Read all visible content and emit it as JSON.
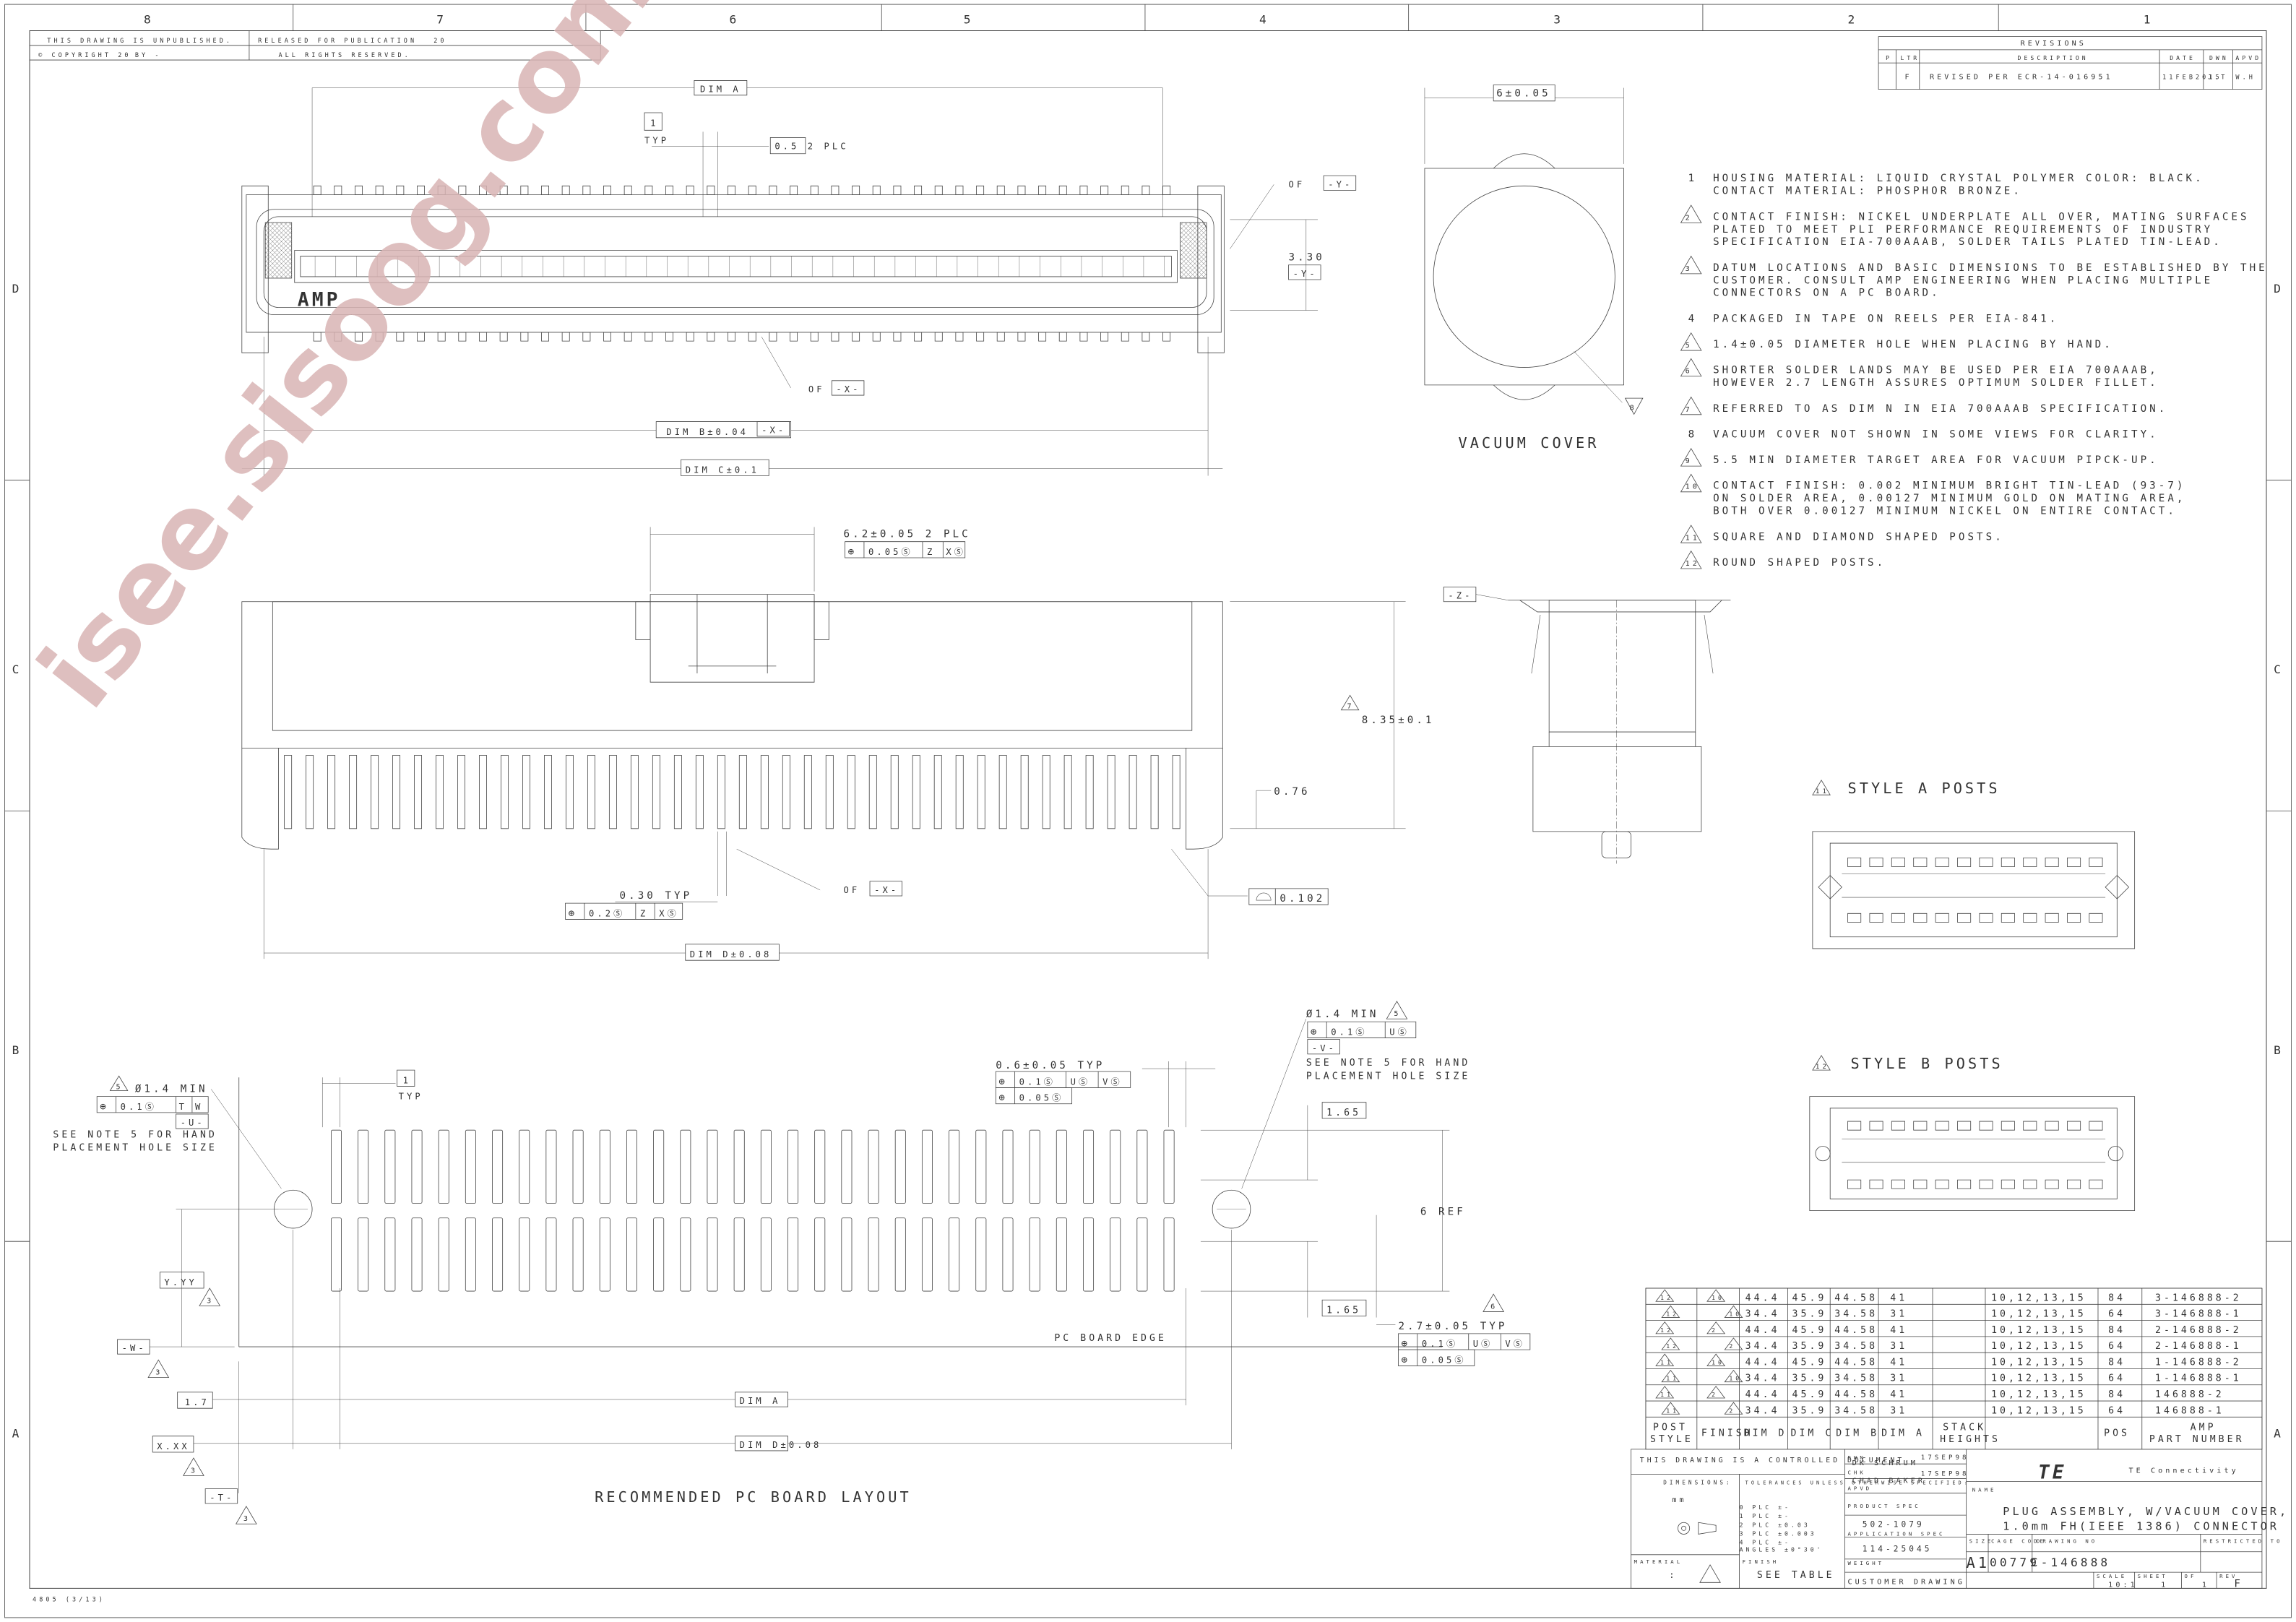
{
  "frame": {
    "zones_top": [
      "8",
      "7",
      "6",
      "5",
      "4",
      "3",
      "2",
      "1"
    ],
    "zones_side": [
      "D",
      "C",
      "B",
      "A"
    ]
  },
  "header": {
    "unpublished": "THIS DRAWING IS UNPUBLISHED.",
    "copyright": "© COPYRIGHT 20",
    "by": "BY -",
    "released": "RELEASED FOR PUBLICATION",
    "reserved": "ALL RIGHTS RESERVED.",
    "year": "20"
  },
  "revisions": {
    "title": "REVISIONS",
    "headers": [
      "P",
      "LTR",
      "DESCRIPTION",
      "DATE",
      "DWN",
      "APVD"
    ],
    "row": [
      "",
      "F",
      "REVISED PER ECR-14-016951",
      "11FEB2015",
      "J.T",
      "W.H"
    ]
  },
  "notes": [
    {
      "num": "1",
      "tri": false,
      "lines": [
        "HOUSING MATERIAL: LIQUID CRYSTAL POLYMER    COLOR: BLACK.",
        "CONTACT MATERIAL: PHOSPHOR BRONZE."
      ]
    },
    {
      "num": "2",
      "tri": true,
      "lines": [
        "CONTACT FINISH: NICKEL UNDERPLATE ALL OVER, MATING SURFACES",
        "PLATED TO MEET PLI PERFORMANCE REQUIREMENTS OF INDUSTRY",
        "SPECIFICATION EIA-700AAAB, SOLDER TAILS PLATED TIN-LEAD."
      ]
    },
    {
      "num": "3",
      "tri": true,
      "lines": [
        "DATUM LOCATIONS AND BASIC DIMENSIONS TO BE ESTABLISHED BY THE",
        "CUSTOMER. CONSULT AMP ENGINEERING WHEN PLACING MULTIPLE",
        "CONNECTORS ON A PC BOARD."
      ]
    },
    {
      "num": "4",
      "tri": false,
      "lines": [
        "PACKAGED IN TAPE ON REELS PER EIA-841."
      ]
    },
    {
      "num": "5",
      "tri": true,
      "lines": [
        "1.4±0.05 DIAMETER HOLE WHEN PLACING BY HAND."
      ]
    },
    {
      "num": "6",
      "tri": true,
      "lines": [
        "SHORTER SOLDER LANDS MAY BE USED PER EIA 700AAAB,",
        "HOWEVER 2.7 LENGTH ASSURES OPTIMUM SOLDER FILLET."
      ]
    },
    {
      "num": "7",
      "tri": true,
      "lines": [
        "REFERRED TO AS DIM N IN EIA 700AAAB SPECIFICATION."
      ]
    },
    {
      "num": "8",
      "tri": false,
      "lines": [
        "VACUUM COVER NOT SHOWN IN SOME VIEWS FOR CLARITY."
      ]
    },
    {
      "num": "9",
      "tri": true,
      "lines": [
        "5.5 MIN DIAMETER TARGET AREA FOR VACUUM PIPCK-UP."
      ]
    },
    {
      "num": "10",
      "tri": true,
      "lines": [
        "CONTACT FINISH: 0.002 MINIMUM BRIGHT TIN-LEAD (93-7)",
        "ON SOLDER AREA, 0.00127 MINIMUM GOLD ON MATING AREA,",
        "BOTH OVER 0.00127 MINIMUM NICKEL ON ENTIRE CONTACT."
      ]
    },
    {
      "num": "11",
      "tri": true,
      "lines": [
        "SQUARE AND DIAMOND SHAPED POSTS."
      ]
    },
    {
      "num": "12",
      "tri": true,
      "lines": [
        "ROUND SHAPED POSTS."
      ]
    }
  ],
  "dims": {
    "dim_a": "DIM A",
    "one": "1",
    "typ": "TYP",
    "half_2plc": "0.5  2 PLC",
    "cl_y": "OF",
    "y": "-Y-",
    "x": "-X-",
    "d330": "3.30",
    "dim_b": "DIM B±0.04",
    "dim_c": "DIM C±0.1",
    "six": "6±0.05",
    "vacuum": "VACUUM COVER",
    "v62": "6.2±0.05 2 PLC",
    "fcf1": [
      "⊕",
      "0.05Ⓢ",
      "Z",
      "XⓈ"
    ],
    "z": "-Z-",
    "d835": "8.35±0.1",
    "d076": "0.76",
    "d030": "0.30 TYP",
    "fcf2": [
      "⊕",
      "0.2Ⓢ",
      "Z",
      "XⓈ"
    ],
    "flat": "0.102",
    "dim_d": "DIM D±0.08",
    "dia_l": "Ø1.4 MIN",
    "fcf3": [
      "⊕",
      "0.1Ⓢ",
      "T",
      "W"
    ],
    "u": "-U-",
    "see5": [
      "SEE NOTE 5 FOR HAND",
      "PLACEMENT HOLE SIZE"
    ],
    "typ_one": "1",
    "pad_w": "0.6±0.05 TYP",
    "fcf4": [
      "⊕",
      "0.1Ⓢ",
      "UⓈ",
      "VⓈ"
    ],
    "fcf5": [
      "⊕",
      "0.05Ⓢ"
    ],
    "dia_r": "Ø1.4 MIN",
    "fcf6": [
      "⊕",
      "0.1Ⓢ",
      "UⓈ"
    ],
    "v": "-V-",
    "d165": "1.65",
    "six_ref": "6 REF",
    "d165b": "1.65",
    "pad_l": "2.7±0.05 TYP",
    "yyy": "Y.YY",
    "w": "-W-",
    "pcb_edge": "PC BOARD EDGE",
    "d17": "1.7",
    "xxx": "X.XX",
    "t": "-T-",
    "layout_title": "RECOMMENDED PC BOARD LAYOUT",
    "style_a": "STYLE A POSTS",
    "style_b": "STYLE B POSTS",
    "amp": "AMP"
  },
  "table": {
    "rows": [
      {
        "post": "12",
        "fin": "10",
        "fin_off": false,
        "d": "44.4",
        "c": "45.9",
        "b": "44.58",
        "a": "41",
        "stack": "10,12,13,15",
        "pos": "84",
        "pn": "3-146888-2"
      },
      {
        "post": "12",
        "fin": "10",
        "fin_off": true,
        "d": "34.4",
        "c": "35.9",
        "b": "34.58",
        "a": "31",
        "stack": "10,12,13,15",
        "pos": "64",
        "pn": "3-146888-1"
      },
      {
        "post": "12",
        "fin": "2",
        "fin_off": false,
        "d": "44.4",
        "c": "45.9",
        "b": "44.58",
        "a": "41",
        "stack": "10,12,13,15",
        "pos": "84",
        "pn": "2-146888-2"
      },
      {
        "post": "12",
        "fin": "2",
        "fin_off": true,
        "d": "34.4",
        "c": "35.9",
        "b": "34.58",
        "a": "31",
        "stack": "10,12,13,15",
        "pos": "64",
        "pn": "2-146888-1"
      },
      {
        "post": "11",
        "fin": "10",
        "fin_off": false,
        "d": "44.4",
        "c": "45.9",
        "b": "44.58",
        "a": "41",
        "stack": "10,12,13,15",
        "pos": "84",
        "pn": "1-146888-2"
      },
      {
        "post": "11",
        "fin": "10",
        "fin_off": true,
        "d": "34.4",
        "c": "35.9",
        "b": "34.58",
        "a": "31",
        "stack": "10,12,13,15",
        "pos": "64",
        "pn": "1-146888-1"
      },
      {
        "post": "11",
        "fin": "2",
        "fin_off": false,
        "d": "44.4",
        "c": "45.9",
        "b": "44.58",
        "a": "41",
        "stack": "10,12,13,15",
        "pos": "84",
        "pn": "146888-2"
      },
      {
        "post": "11",
        "fin": "2",
        "fin_off": true,
        "d": "34.4",
        "c": "35.9",
        "b": "34.58",
        "a": "31",
        "stack": "10,12,13,15",
        "pos": "64",
        "pn": "146888-1"
      }
    ],
    "headers": [
      "POST STYLE",
      "FINISH",
      "DIM D",
      "DIM C",
      "DIM B",
      "DIM A",
      "STACK HEIGHTS",
      "POS",
      "AMP PART NUMBER"
    ]
  },
  "title_block": {
    "controlled": "THIS DRAWING IS A CONTROLLED DOCUMENT.",
    "dwn_label": "DWN",
    "dwn": "DK SCHRUM",
    "dwn_date": "17SEP98",
    "chk_label": "CHK",
    "chk": "CHAD BAKER",
    "chk_date": "17SEP98",
    "apvd_label": "APVD",
    "name_label": "NAME",
    "dimensions": "DIMENSIONS:",
    "mm": "mm",
    "tolerances": "TOLERANCES UNLESS OTHERWISE SPECIFIED:",
    "tol_rows": [
      "0 PLC  ±-",
      "1 PLC  ±-",
      "2 PLC  ±0.03",
      "3 PLC  ±0.003",
      "4 PLC  ±-",
      "ANGLES  ±0°30'"
    ],
    "product_spec_label": "PRODUCT SPEC",
    "product_spec": "502-1079",
    "app_spec_label": "APPLICATION SPEC",
    "app_spec": "114-25045",
    "weight_label": "WEIGHT",
    "material_label": "MATERIAL",
    "finish_label": "FINISH",
    "material": ":",
    "finish": "SEE TABLE",
    "customer": "CUSTOMER DRAWING",
    "company": "TE Connectivity",
    "logo": "TE",
    "title1": "PLUG ASSEMBLY, W/VACUUM COVER,",
    "title2": "1.0mm FH(IEEE 1386) CONNECTOR",
    "size_label": "SIZE",
    "size": "A1",
    "cage_label": "CAGE CODE",
    "cage": "00779",
    "dwg_label": "DRAWING NO",
    "dwg": "C-146888",
    "restricted": "RESTRICTED TO",
    "scale_label": "SCALE",
    "scale": "10:1",
    "sheet_label": "SHEET",
    "sheet": "1",
    "of_label": "OF",
    "of": "1",
    "rev_label": "REV",
    "rev": "F",
    "form": "4805 (3/13)"
  },
  "watermark": "isee.sisoog.com",
  "colors": {
    "ink": "#333333",
    "watermark": "#d9b4b4",
    "paper": "#ffffff"
  }
}
